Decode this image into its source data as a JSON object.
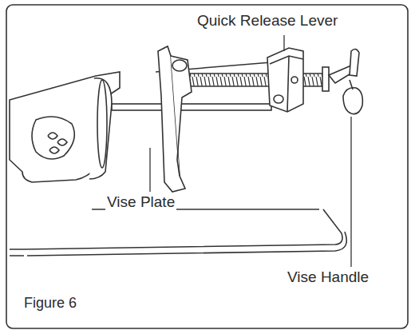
{
  "diagram": {
    "caption": "Figure 6",
    "labels": [
      "Quick Release Lever",
      "Vise Plate",
      "Vise Handle"
    ]
  }
}
